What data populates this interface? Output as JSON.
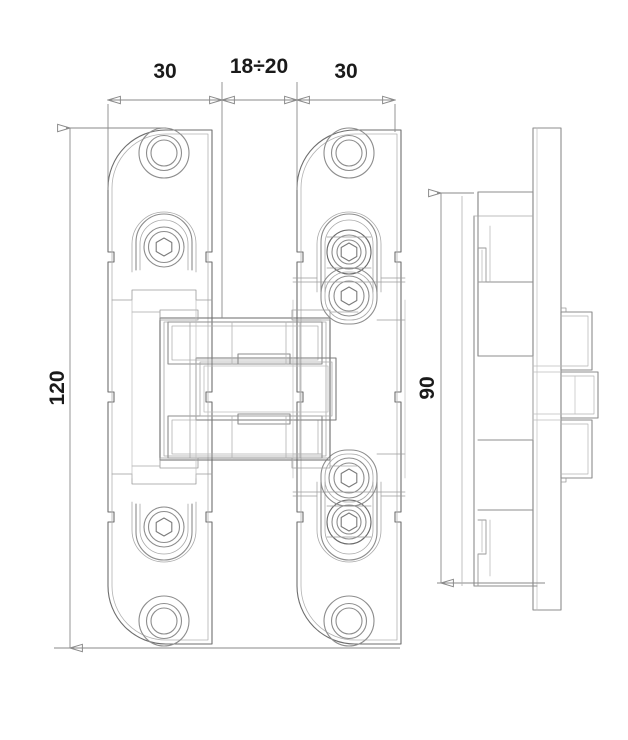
{
  "drawing": {
    "title": "concealed-hinge-technical-drawing",
    "background_color": "#ffffff",
    "line_color": "#6e6e6e",
    "line_color_light": "#a8a8a8",
    "dim_line_color": "#8a8a8a",
    "text_color": "#1a1a1a",
    "views": [
      {
        "name": "front-view",
        "label": ""
      },
      {
        "name": "side-view",
        "label": ""
      }
    ],
    "dimensions": {
      "horizontal": [
        {
          "name": "dim-left-leaf-width",
          "value": "30",
          "unit": ""
        },
        {
          "name": "dim-gap",
          "value": "18÷20",
          "unit": ""
        },
        {
          "name": "dim-right-leaf-width",
          "value": "30",
          "unit": ""
        }
      ],
      "vertical": [
        {
          "name": "dim-overall-height",
          "value": "120",
          "unit": ""
        },
        {
          "name": "dim-body-height",
          "value": "90",
          "unit": ""
        }
      ]
    }
  }
}
